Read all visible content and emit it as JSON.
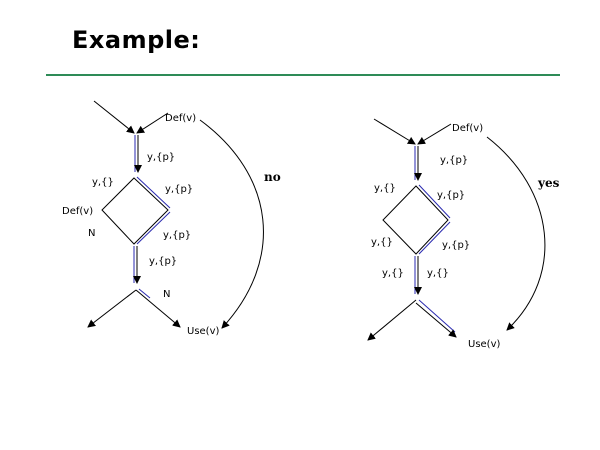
{
  "slide": {
    "title": "Example:",
    "accent_color": "#2e8b57"
  },
  "left_diagram": {
    "def_top": "Def(v)",
    "use_bottom": "Use(v)",
    "annotation": "no",
    "labels": {
      "entry_edge": "y,{p}",
      "left_side": "y,{}",
      "right_upper": "y,{p}",
      "def_side": "Def(v)",
      "n_left": "N",
      "right_lower": "y,{p}",
      "exit_edge": "y,{p}",
      "n_bottom": "N"
    }
  },
  "right_diagram": {
    "def_top": "Def(v)",
    "use_bottom": "Use(v)",
    "annotation": "yes",
    "labels": {
      "entry_edge": "y,{p}",
      "left_side": "y,{}",
      "right_upper": "y,{p}",
      "left_lower": "y,{}",
      "right_lower": "y,{p}",
      "exit_left": "y,{}",
      "exit_right": "y,{}"
    }
  }
}
